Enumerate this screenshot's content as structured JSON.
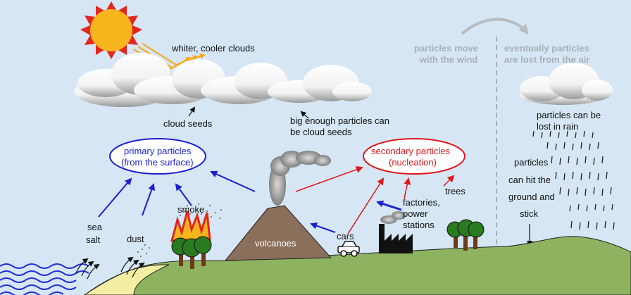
{
  "labels": {
    "whiter_cooler_clouds": "whiter, cooler clouds",
    "cloud_seeds": "cloud seeds",
    "big_enough_line1": "big enough particles can",
    "big_enough_line2": "be cloud seeds",
    "primary_line1": "primary particles",
    "primary_line2": "(from the surface)",
    "secondary_line1": "secondary particles",
    "secondary_line2": "(nucleation)",
    "particles_move_line1": "particles move",
    "particles_move_line2": "with the wind",
    "lost_from_air_line1": "eventually particles",
    "lost_from_air_line2": "are lost from the air",
    "lost_in_rain_line1": "particles can be",
    "lost_in_rain_line2": "lost in rain",
    "hit_ground_line1": "particles",
    "hit_ground_line2": "can hit the",
    "hit_ground_line3": "ground and",
    "hit_ground_line4": "stick",
    "sea_salt_line1": "sea",
    "sea_salt_line2": "salt",
    "dust": "dust",
    "smoke": "smoke",
    "volcanoes": "volcanoes",
    "cars": "cars",
    "factories_line1": "factories,",
    "factories_line2": "power",
    "factories_line3": "stations",
    "trees": "trees"
  },
  "colors": {
    "sky": "#d6e6f4",
    "ground": "#8db360",
    "sea": "#1f2fd6",
    "sand": "#f4eea4",
    "volcano": "#8a6f5a",
    "primary_blue": "#1a1fd0",
    "secondary_red": "#e0161b",
    "sun": "#f7b51e",
    "sun_ray": "#e3261f",
    "grey_text": "#a9afb6"
  },
  "icons": [
    "sun-icon",
    "cloud-icon",
    "volcano-icon",
    "car-icon",
    "factory-icon",
    "tree-icon",
    "fire-icon",
    "wave-icon",
    "rain-icon"
  ]
}
